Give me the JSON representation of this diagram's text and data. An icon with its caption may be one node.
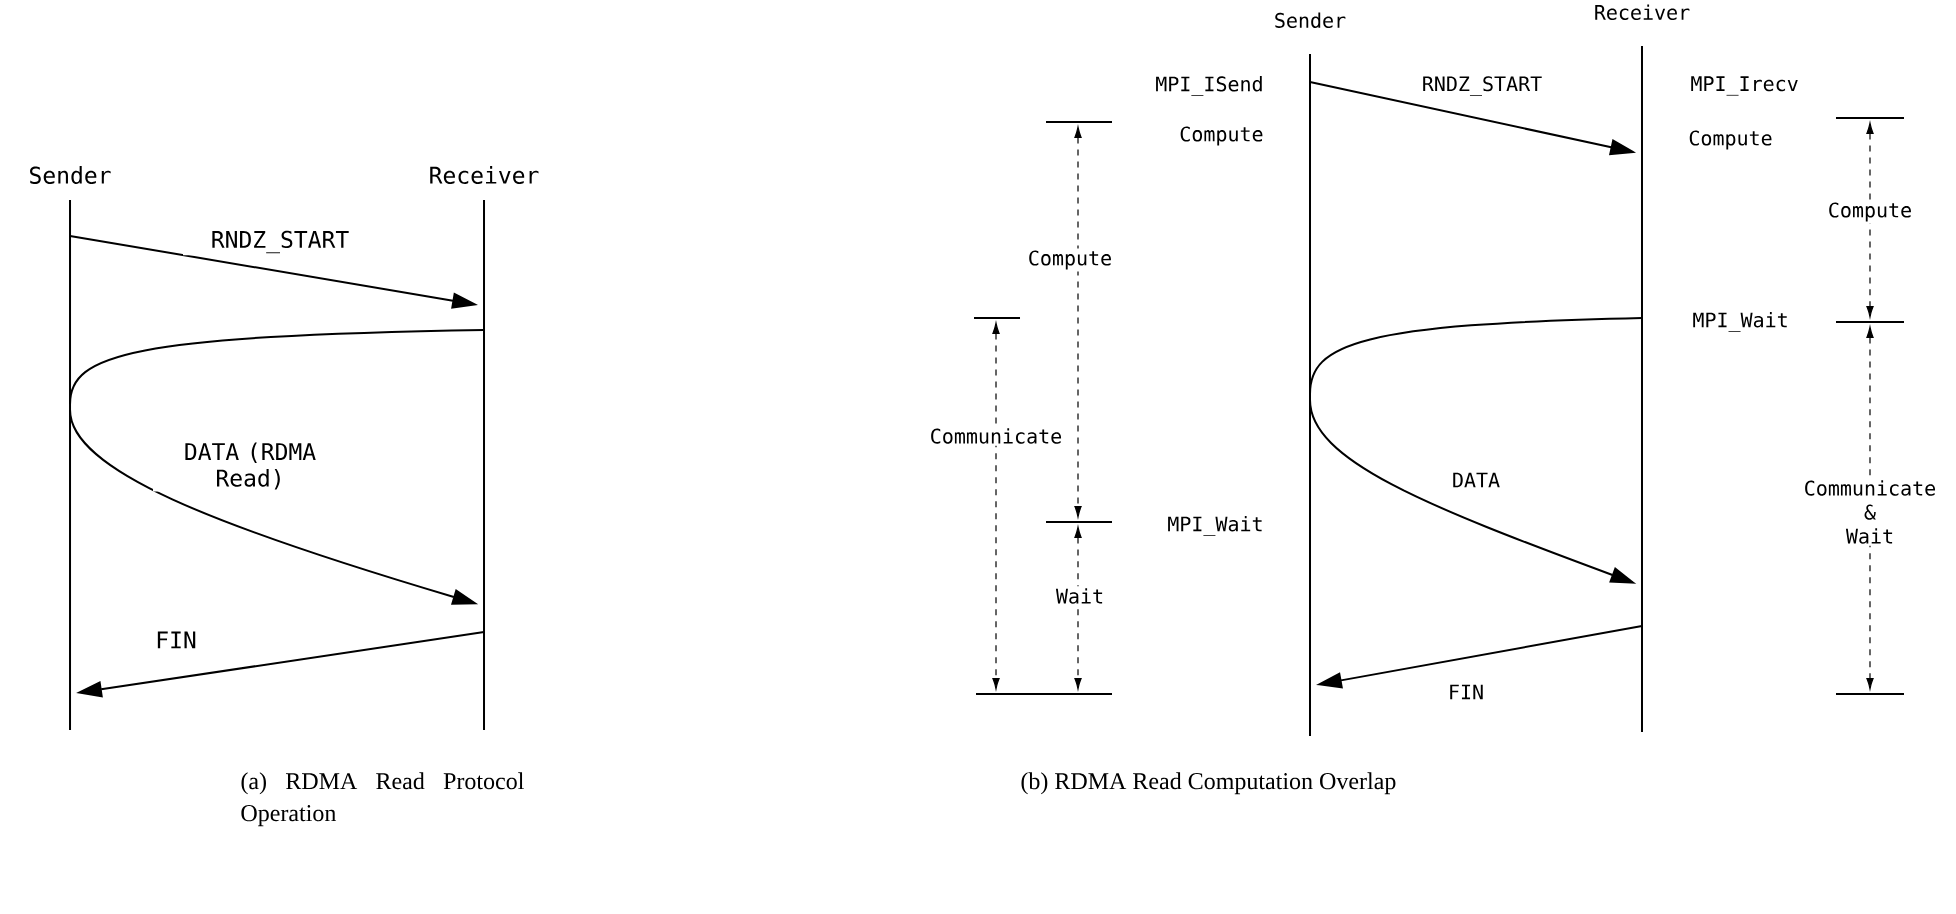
{
  "diagram": {
    "nodes": [
      {
        "text": [
          "Sender"
        ]
      },
      {
        "text": [
          "Receiver"
        ]
      },
      {
        "text": [
          "Sender"
        ],
        "beside": [
          "MPI_ISend",
          "Compute",
          "MPI_Wait"
        ]
      },
      {
        "text": [
          "Receiver"
        ],
        "beside": [
          "MPI_Irecv",
          "Compute",
          "MPI_Wait"
        ]
      }
    ],
    "edges": [
      {
        "from": 0,
        "to": 1,
        "arrow": "to",
        "label": "RNDZ_START"
      },
      {
        "from": 1,
        "to": 0,
        "arrow": "none"
      },
      {
        "from": 0,
        "to": 1,
        "arrow": "to",
        "label": "DATA (RDMA Read)"
      },
      {
        "from": 1,
        "to": 0,
        "arrow": "to",
        "label": "FIN"
      },
      {
        "from": 2,
        "to": 3,
        "arrow": "to",
        "label": "RNDZ_START"
      },
      {
        "from": 3,
        "to": 2,
        "arrow": "none"
      },
      {
        "from": 2,
        "to": 3,
        "arrow": "to",
        "label": "DATA"
      },
      {
        "from": 3,
        "to": 2,
        "arrow": "to",
        "label": "FIN"
      }
    ],
    "labels": [
      "Compute",
      "Compute",
      "Communicate",
      "Communicate & Wait",
      "Wait",
      "(a) RDMA Read Protocol Operation",
      "(b) RDMA Read Computation Overlap"
    ]
  }
}
